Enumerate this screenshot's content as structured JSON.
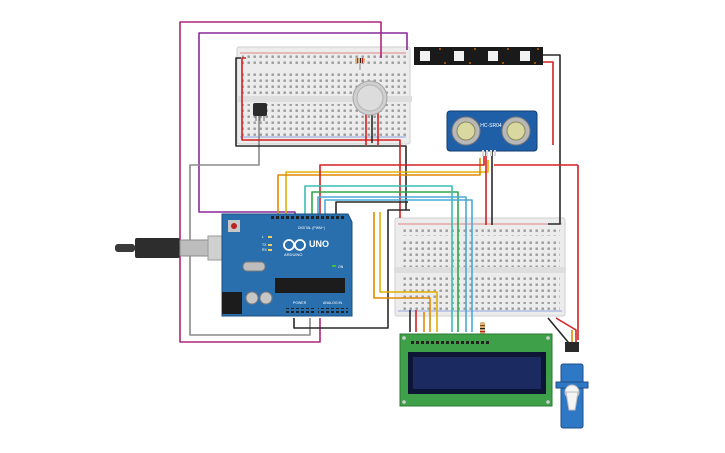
{
  "arduino": {
    "model": "UNO",
    "brand": "ARDUINO",
    "digital_label": "DIGITAL (PWM~)",
    "power_label": "POWER",
    "analog_label": "ANALOG IN",
    "tx_label": "TX",
    "rx_label": "RX",
    "l_label": "L",
    "on_label": "ON"
  },
  "ultrasonic": {
    "label": "HC-SR04"
  },
  "colors": {
    "board": "#2a6fad",
    "breadboard": "#ececec",
    "lcd_pcb": "#3ea149",
    "lcd_screen": "#1c2a62",
    "servo": "#2f78c5",
    "neopixel": "#1a1a1a",
    "wire_red": "#d32020",
    "wire_black": "#2a2a2a",
    "wire_purple": "#8a2a9a",
    "wire_magenta": "#b0257a",
    "wire_gray": "#8a8a8a",
    "wire_yellow": "#e0b000",
    "wire_orange": "#e08a00",
    "wire_green": "#2ea84a",
    "wire_blue": "#4aa8d8",
    "wire_teal": "#3cbdb0"
  },
  "components": [
    "breadboard-top",
    "breadboard-bottom",
    "arduino-uno",
    "neopixel-strip",
    "ultrasonic-sensor",
    "lcd-16x2",
    "servo-motor",
    "usb-cable",
    "temperature-sensor",
    "potentiometer",
    "resistor"
  ]
}
